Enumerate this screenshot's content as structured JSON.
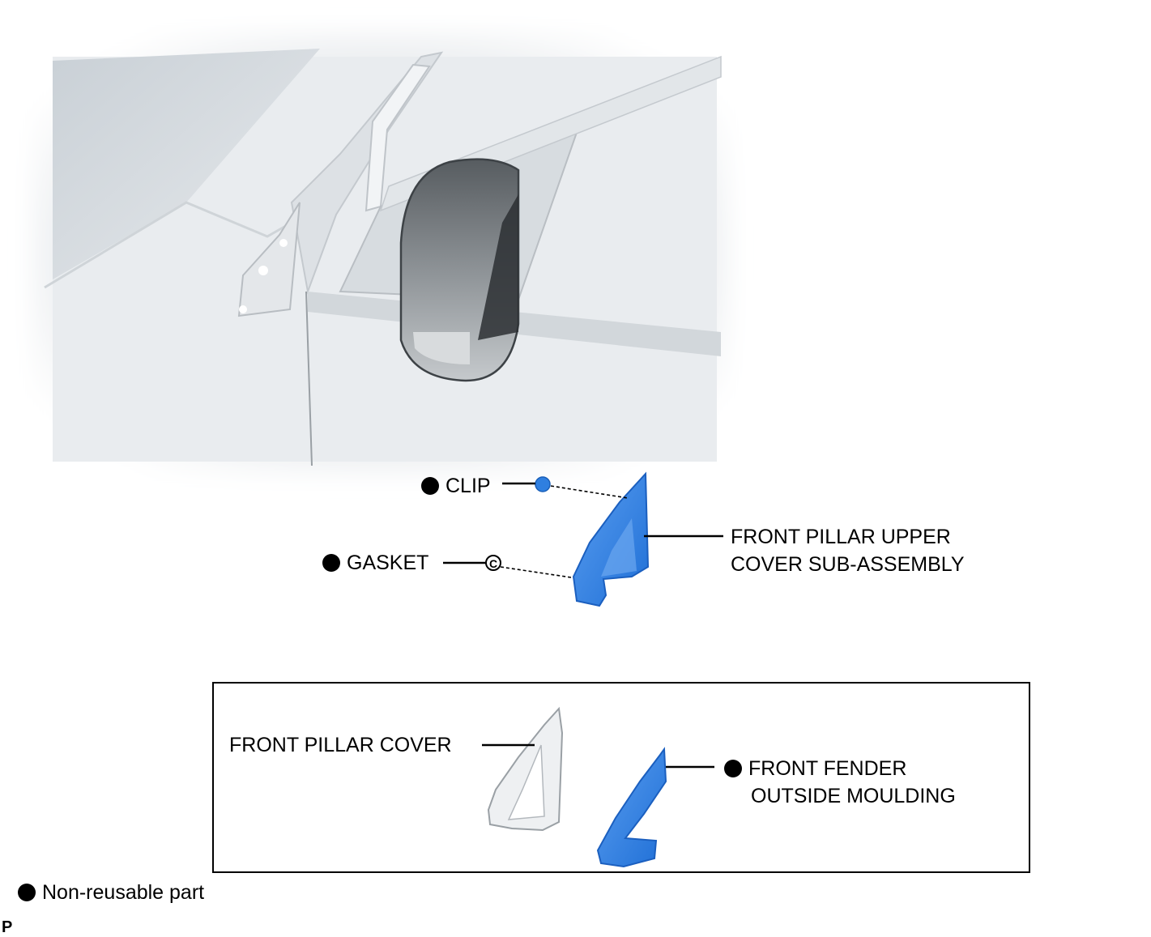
{
  "labels": {
    "clip": "CLIP",
    "gasket": "GASKET",
    "upper_cover_line1": "FRONT PILLAR UPPER",
    "upper_cover_line2": "COVER SUB-ASSEMBLY",
    "pillar_cover": "FRONT PILLAR COVER",
    "fender_moulding_line1": "FRONT FENDER",
    "fender_moulding_line2": "OUTSIDE MOULDING"
  },
  "legend": {
    "text": "Non-reusable part",
    "icon": "filled-circle"
  },
  "corner_code": "P",
  "colors": {
    "highlight": "#2f7fe0",
    "body_gray": "#dfe3e7",
    "mirror_dark": "#6e7377"
  }
}
